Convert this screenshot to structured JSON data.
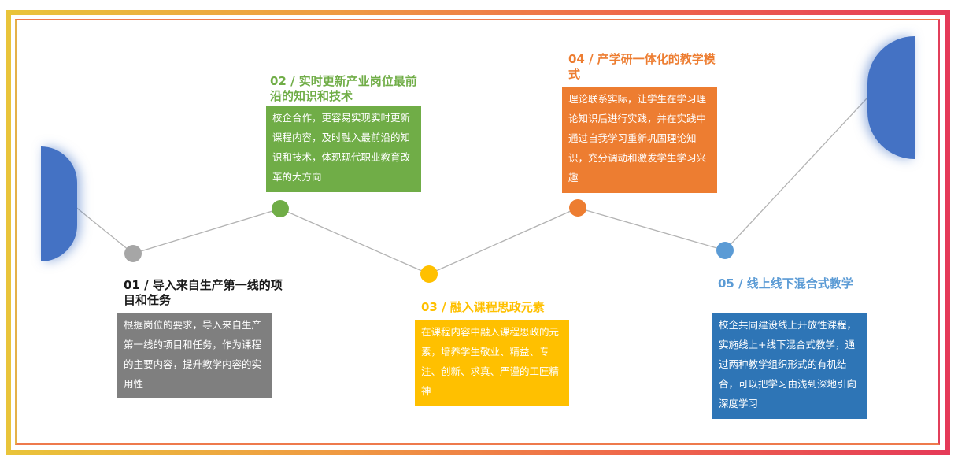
{
  "colors": {
    "gray": "#7f7f7f",
    "green": "#70ad47",
    "yellow": "#ffc000",
    "orange": "#ed7d31",
    "blue": "#2e75b6",
    "light_blue": "#5b9bd5",
    "half_circle": "#4472c4",
    "line": "#b3b3b3"
  },
  "steps": [
    {
      "title": "01 / 导入来自生产第一线的项目和任务",
      "body": "根据岗位的要求，导入来自生产第一线的项目和任务，作为课程的主要内容，提升教学内容的实用性"
    },
    {
      "title": "02 / 实时更新产业岗位最前沿的知识和技术",
      "body": "校企合作，更容易实现实时更新课程内容，及时融入最前沿的知识和技术，体现现代职业教育改革的大方向"
    },
    {
      "title": "03 / 融入课程思政元素",
      "body": "在课程内容中融入课程思政的元素，培养学生敬业、精益、专注、创新、求真、严谨的工匠精神"
    },
    {
      "title": "04 / 产学研一体化的教学模式",
      "body": "理论联系实际，让学生在学习理论知识后进行实践，并在实践中通过自我学习重新巩固理论知识，充分调动和激发学生学习兴趣"
    },
    {
      "title": "05 / 线上线下混合式教学",
      "body": "校企共同建设线上开放性课程，实施线上+线下混合式教学，通过两种教学组织形式的有机结合，可以把学习由浅到深地引向深度学习"
    }
  ]
}
